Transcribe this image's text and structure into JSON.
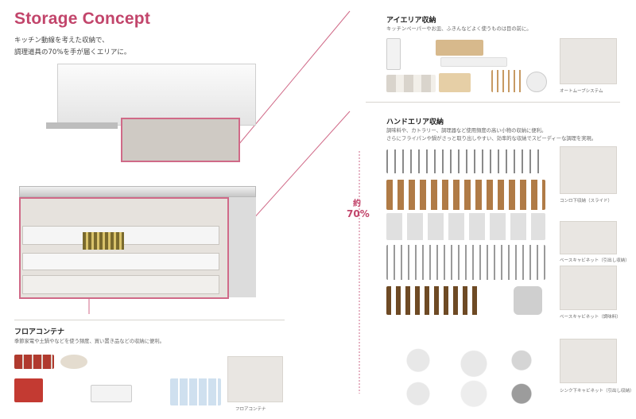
{
  "page": {
    "title": "Storage Concept",
    "subtitle_lines": [
      "キッチン動線を考えた収納で、",
      "調理道具の70%を手が届くエリアに。"
    ]
  },
  "eye_area": {
    "title": "アイエリア収納",
    "description": "キッチンペーパーやお皿、ふきんなどよく使うものは目の前に。",
    "thumb_caption": "オートムーブシステム"
  },
  "hand_area": {
    "title": "ハンドエリア収納",
    "description_lines": [
      "調味料や、カトラリー、調理器など使用頻度の高い小物の収納に便利。",
      "さらにフライパンや鍋がさっと取り出しやすい、効率的な収納でスピーディーな調理を実現。"
    ],
    "percent_label": "約",
    "percent_value": "70%",
    "thumb_captions": [
      "コンロ下収納（スライド）",
      "ベースキャビネット（引出し収納）",
      "ベースキャビネット（調味料）",
      "シンク下キャビネット（引出し収納）"
    ]
  },
  "floor_area": {
    "title": "フロアコンテナ",
    "description": "季節家電や土鍋やなどを使う頻度、買い置き品などの収納に便利。",
    "thumb_caption": "フロアコンテナ"
  },
  "colors": {
    "accent": "#c2456b"
  }
}
